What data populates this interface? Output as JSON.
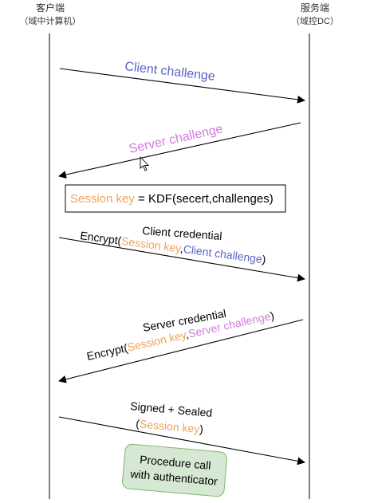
{
  "participants": {
    "client": {
      "name": "客户端",
      "sub": "（域中计算机）"
    },
    "server": {
      "name": "服务端",
      "sub": "（域控DC）"
    }
  },
  "messages": {
    "client_challenge": "Client challenge",
    "server_challenge": "Server challenge",
    "session_key_box": {
      "key": "Session key",
      "rest": " = KDF(secert,challenges)"
    },
    "client_credential": {
      "title": "Client credential",
      "encrypt": "Encrypt(",
      "key": "Session key",
      "comma": ",",
      "challenge": "Client challenge",
      "close": ")"
    },
    "server_credential": {
      "title": "Server credential",
      "encrypt": "Encrypt(",
      "key": "Session key",
      "comma": ",",
      "challenge": "Server challenge",
      "close": ")"
    },
    "signed_sealed": {
      "title": "Signed + Sealed",
      "open": "(",
      "key": "Session key",
      "close": ")"
    },
    "procedure_call": {
      "line1": "Procedure call",
      "line2": "with authenticator"
    }
  },
  "colors": {
    "line": "#000000",
    "client_challenge": "#5a63c8",
    "server_challenge": "#d27bdc",
    "session_key": "#f0a35a",
    "note_fill": "#d5e8d4",
    "note_stroke": "#82b366"
  }
}
